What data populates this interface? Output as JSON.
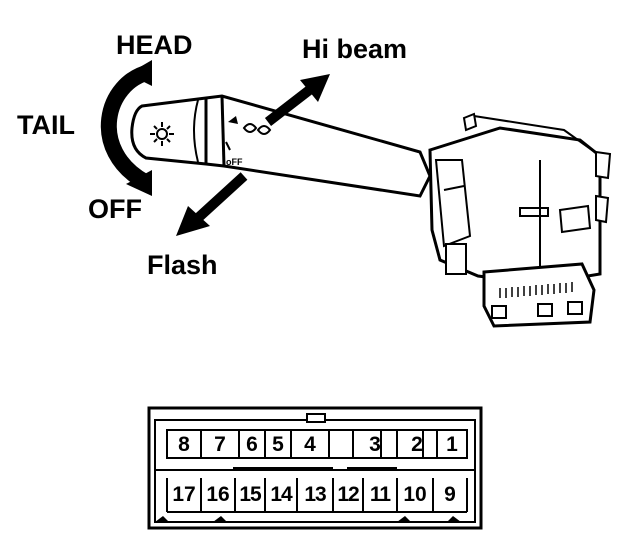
{
  "labels": {
    "head": "HEAD",
    "tail": "TAIL",
    "off": "OFF",
    "flash": "Flash",
    "hi_beam": "Hi beam"
  },
  "connector": {
    "top_row": [
      "8",
      "7",
      "6",
      "5",
      "4",
      "3",
      "2",
      "1"
    ],
    "bottom_row": [
      "17",
      "16",
      "15",
      "14",
      "13",
      "12",
      "11",
      "10",
      "9"
    ]
  }
}
